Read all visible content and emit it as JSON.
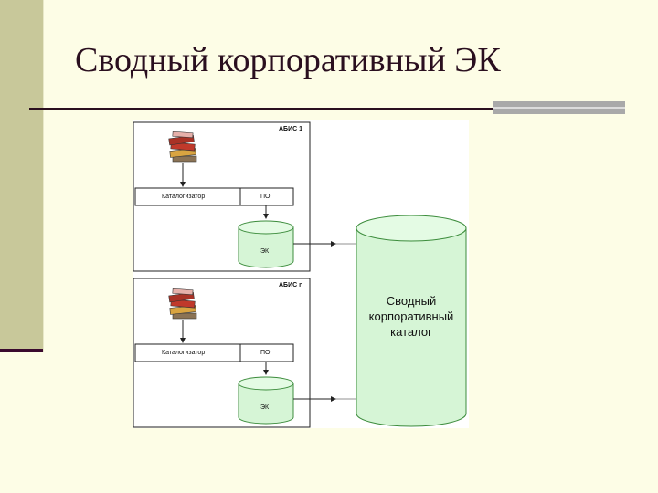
{
  "slide": {
    "title": "Сводный корпоративный ЭК"
  },
  "diagram": {
    "systems": [
      {
        "name": "АБИС 1",
        "cataloger": "Каталогизатор",
        "software": "ПО",
        "catalog": "ЭК"
      },
      {
        "name": "АБИС n",
        "cataloger": "Каталогизатор",
        "software": "ПО",
        "catalog": "ЭК"
      }
    ],
    "union_catalog_lines": [
      "Сводный",
      "корпоративный",
      "каталог"
    ]
  },
  "colors": {
    "background": "#fdfde6",
    "accent_band": "#c8c89a",
    "title_text": "#2a0f1f",
    "cylinder_fill": "#d6f5d6",
    "cylinder_stroke": "#3c8c3c"
  }
}
